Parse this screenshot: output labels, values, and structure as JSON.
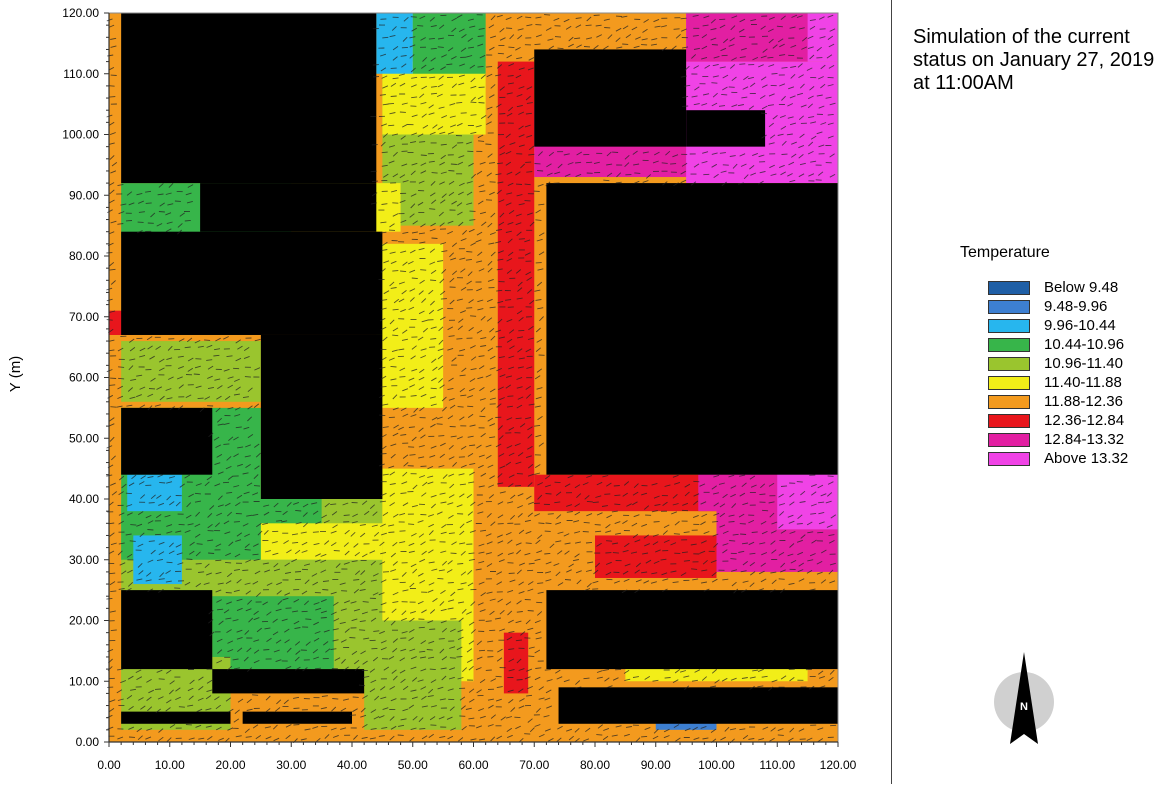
{
  "chart_data": {
    "type": "heatmap",
    "title": "Simulation of the current status on January 27, 2019 at 11:00AM",
    "xlabel": "",
    "ylabel": "Y (m)",
    "xlim": [
      0,
      120
    ],
    "ylim": [
      0,
      120
    ],
    "x_ticks": [
      "0.00",
      "10.00",
      "20.00",
      "30.00",
      "40.00",
      "50.00",
      "60.00",
      "70.00",
      "80.00",
      "90.00",
      "100.00",
      "110.00",
      "120.00"
    ],
    "y_ticks": [
      "0.00",
      "10.00",
      "20.00",
      "30.00",
      "40.00",
      "50.00",
      "60.00",
      "70.00",
      "80.00",
      "90.00",
      "100.00",
      "110.00",
      "120.00"
    ],
    "legend_title": "Temperature",
    "legend_position": "right",
    "classes": [
      {
        "label": "Below 9.48",
        "color": "#1f5fa6"
      },
      {
        "label": "9.48-9.96",
        "color": "#3d7fd1"
      },
      {
        "label": "9.96-10.44",
        "color": "#27b6ee"
      },
      {
        "label": "10.44-10.96",
        "color": "#37b54a"
      },
      {
        "label": "10.96-11.40",
        "color": "#9ac52e"
      },
      {
        "label": "11.40-11.88",
        "color": "#f2ee18"
      },
      {
        "label": "11.88-12.36",
        "color": "#f39a1e"
      },
      {
        "label": "12.36-12.84",
        "color": "#e8161c"
      },
      {
        "label": "12.84-13.32",
        "color": "#e21fa2"
      },
      {
        "label": "Above 13.32",
        "color": "#f043e6"
      }
    ],
    "building_color": "#000000",
    "regions": [
      {
        "class": "11.88-12.36",
        "x": [
          0,
          120
        ],
        "y": [
          0,
          120
        ]
      },
      {
        "class": "10.96-11.40",
        "x": [
          2,
          45
        ],
        "y": [
          10,
          40
        ]
      },
      {
        "class": "10.96-11.40",
        "x": [
          45,
          60
        ],
        "y": [
          85,
          120
        ]
      },
      {
        "class": "11.40-11.88",
        "x": [
          45,
          62
        ],
        "y": [
          100,
          112
        ]
      },
      {
        "class": "10.44-10.96",
        "x": [
          50,
          62
        ],
        "y": [
          110,
          120
        ]
      },
      {
        "class": "10.44-10.96",
        "x": [
          2,
          30
        ],
        "y": [
          83,
          92
        ]
      },
      {
        "class": "10.96-11.40",
        "x": [
          30,
          40
        ],
        "y": [
          84,
          92
        ]
      },
      {
        "class": "11.40-11.88",
        "x": [
          38,
          48
        ],
        "y": [
          84,
          92
        ]
      },
      {
        "class": "11.40-11.88",
        "x": [
          44,
          55
        ],
        "y": [
          55,
          82
        ]
      },
      {
        "class": "10.96-11.40",
        "x": [
          2,
          25
        ],
        "y": [
          56,
          66
        ]
      },
      {
        "class": "10.44-10.96",
        "x": [
          2,
          25
        ],
        "y": [
          40,
          55
        ]
      },
      {
        "class": "10.44-10.96",
        "x": [
          2,
          35
        ],
        "y": [
          30,
          40
        ]
      },
      {
        "class": "11.40-11.88",
        "x": [
          45,
          60
        ],
        "y": [
          10,
          45
        ]
      },
      {
        "class": "11.40-11.88",
        "x": [
          25,
          45
        ],
        "y": [
          30,
          36
        ]
      },
      {
        "class": "10.44-10.96",
        "x": [
          17,
          37
        ],
        "y": [
          12,
          24
        ]
      },
      {
        "class": "10.96-11.40",
        "x": [
          2,
          20
        ],
        "y": [
          2,
          14
        ]
      },
      {
        "class": "10.96-11.40",
        "x": [
          42,
          58
        ],
        "y": [
          2,
          20
        ]
      },
      {
        "class": "11.40-11.88",
        "x": [
          85,
          115
        ],
        "y": [
          10,
          14
        ]
      },
      {
        "class": "12.36-12.84",
        "x": [
          64,
          70
        ],
        "y": [
          42,
          112
        ]
      },
      {
        "class": "12.36-12.84",
        "x": [
          70,
          110
        ],
        "y": [
          38,
          44
        ]
      },
      {
        "class": "12.36-12.84",
        "x": [
          80,
          100
        ],
        "y": [
          27,
          34
        ]
      },
      {
        "class": "12.36-12.84",
        "x": [
          65,
          69
        ],
        "y": [
          8,
          18
        ]
      },
      {
        "class": "12.84-13.32",
        "x": [
          70,
          110
        ],
        "y": [
          93,
          105
        ]
      },
      {
        "class": "12.84-13.32",
        "x": [
          100,
          120
        ],
        "y": [
          28,
          50
        ]
      },
      {
        "class": "12.84-13.32",
        "x": [
          97,
          110
        ],
        "y": [
          38,
          54
        ]
      },
      {
        "class": "Above 13.32",
        "x": [
          95,
          120
        ],
        "y": [
          92,
          112
        ]
      },
      {
        "class": "Above 13.32",
        "x": [
          95,
          120
        ],
        "y": [
          112,
          120
        ]
      },
      {
        "class": "12.84-13.32",
        "x": [
          95,
          115
        ],
        "y": [
          112,
          120
        ]
      },
      {
        "class": "Above 13.32",
        "x": [
          110,
          120
        ],
        "y": [
          35,
          50
        ]
      },
      {
        "class": "9.96-10.44",
        "x": [
          8,
          14
        ],
        "y": [
          112,
          120
        ]
      },
      {
        "class": "9.48-9.96",
        "x": [
          8,
          14
        ],
        "y": [
          100,
          112
        ]
      },
      {
        "class": "9.96-10.44",
        "x": [
          44,
          50
        ],
        "y": [
          110,
          120
        ]
      },
      {
        "class": "9.96-10.44",
        "x": [
          3,
          12
        ],
        "y": [
          38,
          44
        ]
      },
      {
        "class": "9.96-10.44",
        "x": [
          4,
          12
        ],
        "y": [
          26,
          34
        ]
      },
      {
        "class": "12.36-12.84",
        "x": [
          0,
          4
        ],
        "y": [
          67,
          71
        ]
      },
      {
        "class": "11.40-11.88",
        "x": [
          36,
          38
        ],
        "y": [
          46,
          50
        ]
      },
      {
        "class": "9.48-9.96",
        "x": [
          90,
          100
        ],
        "y": [
          2,
          6
        ]
      },
      {
        "class": "Above 13.32",
        "x": [
          90,
          93
        ],
        "y": [
          110,
          114
        ]
      }
    ],
    "buildings": [
      {
        "x": [
          2,
          44
        ],
        "y": [
          92,
          120
        ]
      },
      {
        "x": [
          15,
          44
        ],
        "y": [
          84,
          92
        ]
      },
      {
        "x": [
          70,
          95
        ],
        "y": [
          98,
          114
        ]
      },
      {
        "x": [
          95,
          108
        ],
        "y": [
          98,
          104
        ]
      },
      {
        "x": [
          72,
          120
        ],
        "y": [
          44,
          92
        ]
      },
      {
        "x": [
          2,
          45
        ],
        "y": [
          67,
          84
        ]
      },
      {
        "x": [
          25,
          45
        ],
        "y": [
          40,
          67
        ]
      },
      {
        "x": [
          2,
          17
        ],
        "y": [
          44,
          55
        ]
      },
      {
        "x": [
          2,
          17
        ],
        "y": [
          12,
          25
        ]
      },
      {
        "x": [
          17,
          42
        ],
        "y": [
          8,
          12
        ]
      },
      {
        "x": [
          2,
          20
        ],
        "y": [
          3,
          5
        ]
      },
      {
        "x": [
          22,
          40
        ],
        "y": [
          3,
          5
        ]
      },
      {
        "x": [
          72,
          120
        ],
        "y": [
          12,
          25
        ]
      },
      {
        "x": [
          74,
          120
        ],
        "y": [
          3,
          9
        ]
      }
    ]
  },
  "compass": {
    "label": "N"
  }
}
